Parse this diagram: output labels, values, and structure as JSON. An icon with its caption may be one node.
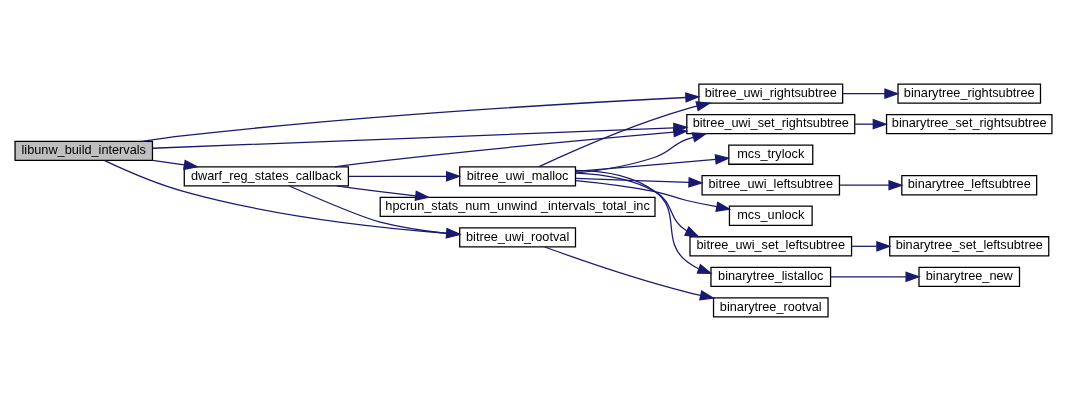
{
  "diagram": {
    "nodes": [
      {
        "text": [
          "libunw_build_intervals"
        ]
      },
      {
        "text": [
          "bitree_uwi_rightsubtree"
        ]
      },
      {
        "text": [
          "binarytree_rightsubtree"
        ]
      },
      {
        "text": [
          "bitree_uwi_set_rightsubtree"
        ]
      },
      {
        "text": [
          "binarytree_set_rightsubtree"
        ]
      },
      {
        "text": [
          "hpcrun_stats_num_unwind _intervals_total_inc"
        ]
      },
      {
        "text": [
          "dwarf_reg_states_callback"
        ]
      },
      {
        "text": [
          "binarytree_listalloc"
        ]
      },
      {
        "text": [
          "binarytree_new"
        ]
      },
      {
        "text": [
          "mcs_trylock"
        ]
      },
      {
        "text": [
          "bitree_uwi_malloc"
        ]
      },
      {
        "text": [
          "bitree_uwi_leftsubtree"
        ]
      },
      {
        "text": [
          "binarytree_leftsubtree"
        ]
      },
      {
        "text": [
          "mcs_unlock"
        ]
      },
      {
        "text": [
          "bitree_uwi_rootval"
        ]
      },
      {
        "text": [
          "bitree_uwi_set_leftsubtree"
        ]
      },
      {
        "text": [
          "binarytree_set_leftsubtree"
        ]
      },
      {
        "text": [
          "binarytree_rootval"
        ]
      }
    ],
    "edges": [
      {
        "from": 0,
        "to": 1,
        "arrow": "to"
      },
      {
        "from": 0,
        "to": 3,
        "arrow": "to"
      },
      {
        "from": 0,
        "to": 6,
        "arrow": "to"
      },
      {
        "from": 0,
        "to": 14,
        "arrow": "to"
      },
      {
        "from": 1,
        "to": 2,
        "arrow": "to"
      },
      {
        "from": 3,
        "to": 4,
        "arrow": "to"
      },
      {
        "from": 6,
        "to": 5,
        "arrow": "to"
      },
      {
        "from": 6,
        "to": 3,
        "arrow": "to"
      },
      {
        "from": 6,
        "to": 10,
        "arrow": "to"
      },
      {
        "from": 6,
        "to": 14,
        "arrow": "to"
      },
      {
        "from": 10,
        "to": 1,
        "arrow": "to"
      },
      {
        "from": 10,
        "to": 3,
        "arrow": "to"
      },
      {
        "from": 10,
        "to": 7,
        "arrow": "to"
      },
      {
        "from": 10,
        "to": 9,
        "arrow": "to"
      },
      {
        "from": 10,
        "to": 11,
        "arrow": "to"
      },
      {
        "from": 10,
        "to": 13,
        "arrow": "to"
      },
      {
        "from": 10,
        "to": 15,
        "arrow": "to"
      },
      {
        "from": 7,
        "to": 8,
        "arrow": "to"
      },
      {
        "from": 11,
        "to": 12,
        "arrow": "to"
      },
      {
        "from": 15,
        "to": 16,
        "arrow": "to"
      },
      {
        "from": 14,
        "to": 17,
        "arrow": "to"
      }
    ]
  }
}
